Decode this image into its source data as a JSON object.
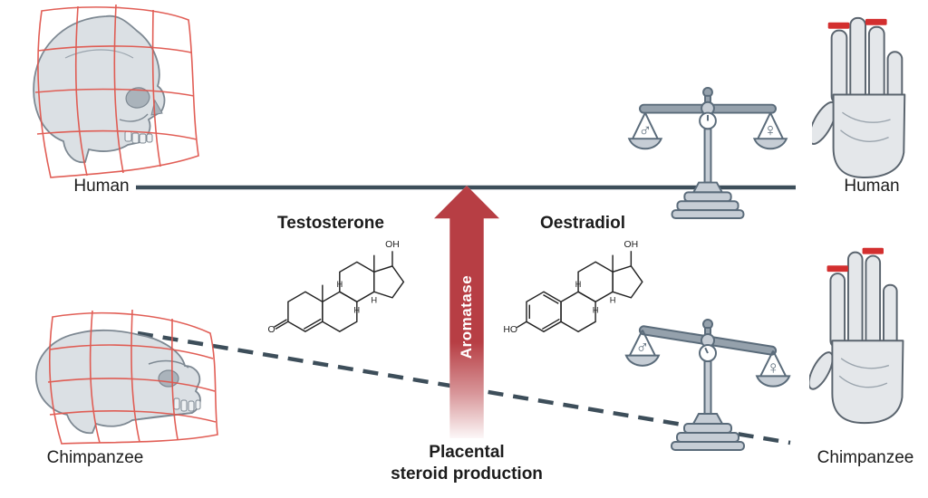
{
  "left": {
    "top_label": "Human",
    "bottom_label": "Chimpanzee"
  },
  "right": {
    "top_label": "Human",
    "bottom_label": "Chimpanzee"
  },
  "molecules": {
    "testosterone": {
      "name": "Testosterone",
      "oh": "OH",
      "o": "O",
      "h": "H"
    },
    "oestradiol": {
      "name": "Oestradiol",
      "oh": "OH",
      "ho": "HO",
      "h": "H"
    }
  },
  "arrow": {
    "label": "Aromatase"
  },
  "axis": {
    "caption_line1": "Placental",
    "caption_line2": "steroid production"
  },
  "scales": {
    "male": "♂",
    "female": "♀"
  },
  "colors": {
    "accent_red": "#b73e44",
    "mark_red": "#d32f2f",
    "grid_red": "#e0564d",
    "line_slate": "#3d4e5a",
    "illustration_fill": "#dbe0e4",
    "illustration_stroke": "#5a6b7a"
  }
}
